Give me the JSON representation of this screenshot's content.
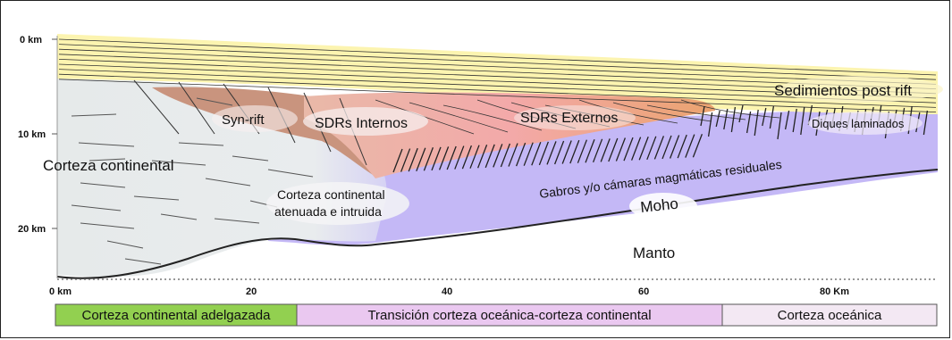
{
  "depth_axis": {
    "ticks": [
      "0 km",
      "10 km",
      "20 km"
    ]
  },
  "distance_axis": {
    "ticks": [
      "0 km",
      "20",
      "40",
      "60",
      "80 Km"
    ]
  },
  "labels": {
    "post_rift": "Sedimientos post rift",
    "syn_rift": "Syn-rift",
    "sdr_internal": "SDRs Internos",
    "sdr_external": "SDRs Externos",
    "dikes": "Diques laminados",
    "continental_crust": "Corteza continental",
    "attenuated_line1": "Corteza continental",
    "attenuated_line2": "atenuada e intruida",
    "gabbros": "Gabros y/o cámaras magmáticas residuales",
    "moho": "Moho",
    "mantle": "Manto"
  },
  "domains": [
    {
      "label": "Corteza continental adelgazada",
      "color": "#92d050"
    },
    {
      "label": "Transición corteza oceánica-corteza continental",
      "color": "#eac8f0"
    },
    {
      "label": "Corteza oceánica",
      "color": "#f3e8f3"
    }
  ],
  "colors": {
    "sediments": "#fcf4b0",
    "continental_crust": "#e8ecec",
    "magmatic": "#c4b8f6",
    "syn_rift": "#c9947e",
    "sdr_pink": "#f2a0a0",
    "sdr_orange": "#e9a069",
    "mantle": "#ffffff"
  }
}
